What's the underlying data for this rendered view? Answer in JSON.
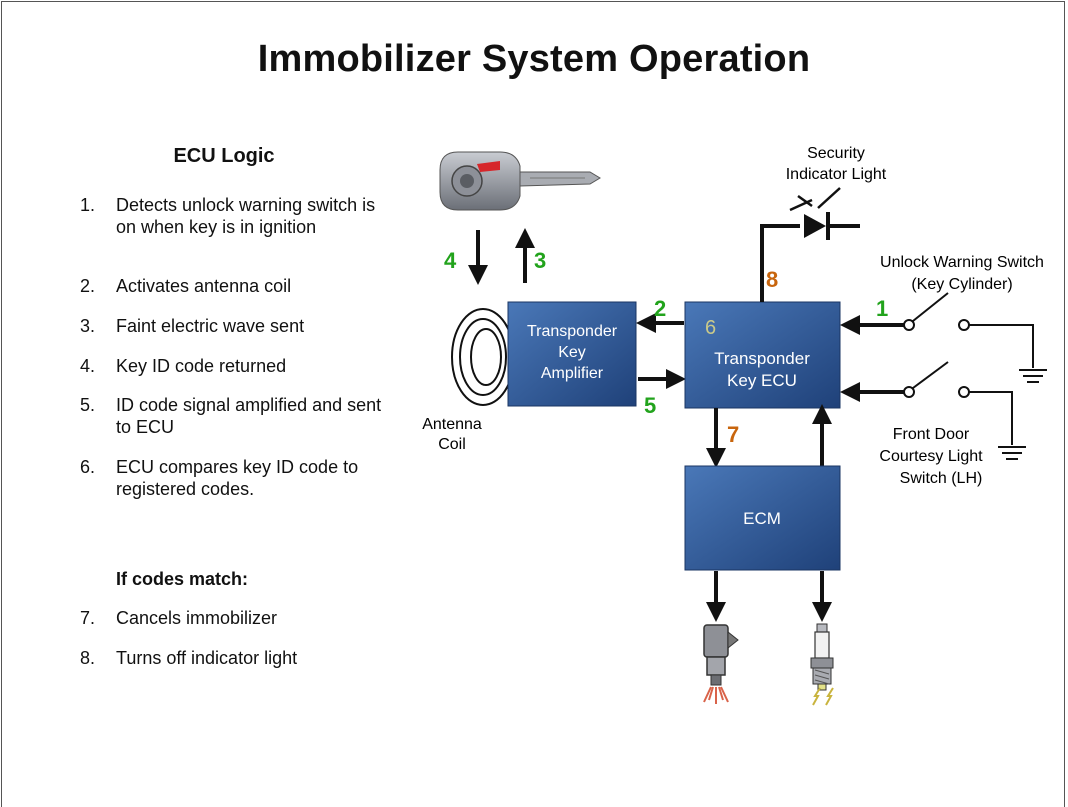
{
  "slide": {
    "title": "Immobilizer System Operation",
    "subtitle": "ECU Logic",
    "steps": [
      {
        "num": "1.",
        "text": "Detects unlock warning switch is on when key is in ignition"
      },
      {
        "num": "2.",
        "text": "Activates antenna coil"
      },
      {
        "num": "3.",
        "text": "Faint electric wave sent"
      },
      {
        "num": "4.",
        "text": "Key ID code returned"
      },
      {
        "num": "5.",
        "text": "ID code signal amplified and sent to ECU"
      },
      {
        "num": "6.",
        "text": "ECU compares key ID code to registered codes."
      },
      {
        "num": "7.",
        "text": "Cancels immobilizer"
      },
      {
        "num": "8.",
        "text": "Turns off indicator light"
      }
    ],
    "match_heading": "If codes match:"
  },
  "diagram": {
    "amplifier": {
      "line1": "Transponder",
      "line2": "Key",
      "line3": "Amplifier"
    },
    "ecu": {
      "line1": "Transponder",
      "line2": "Key ECU",
      "step": "6"
    },
    "ecm": "ECM",
    "antenna": {
      "line1": "Antenna",
      "line2": "Coil"
    },
    "security_light": {
      "line1": "Security",
      "line2": "Indicator Light"
    },
    "unlock_switch": {
      "line1": "Unlock Warning Switch",
      "line2": "(Key Cylinder)"
    },
    "door_switch": {
      "line1": "Front Door",
      "line2": "Courtesy Light",
      "line3": "Switch (LH)"
    },
    "arrow_numbers": {
      "n1": "1",
      "n2": "2",
      "n3": "3",
      "n4": "4",
      "n5": "5",
      "n7": "7",
      "n8": "8"
    },
    "colors": {
      "green": "#22a31c",
      "orange": "#c8650d",
      "box_blue": "#2f5a96",
      "box_text": "#ffffff",
      "step6": "#c9c98a"
    }
  }
}
